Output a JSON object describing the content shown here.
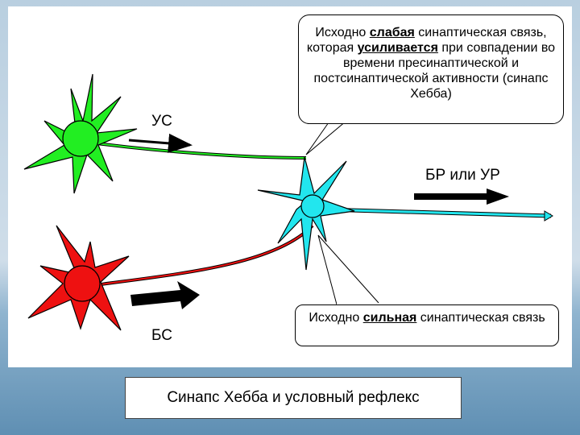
{
  "labels": {
    "us": "УС",
    "bs": "БС",
    "br_ur": "БР или УР"
  },
  "callout_weak": {
    "before": "Исходно ",
    "emph": "слабая",
    "mid": " синаптическая связь, которая ",
    "emph2": "усиливается",
    "after": " при совпадении во времени пресинаптической и постсинаптической активности (синапс Хебба)"
  },
  "callout_strong": {
    "before": "Исходно ",
    "emph": "сильная",
    "after": " синаптическая связь"
  },
  "caption": "Синапс Хебба и условный рефлекс",
  "colors": {
    "green_neuron": "#22ee22",
    "red_neuron": "#ee1111",
    "cyan_neuron": "#22e6ee"
  }
}
